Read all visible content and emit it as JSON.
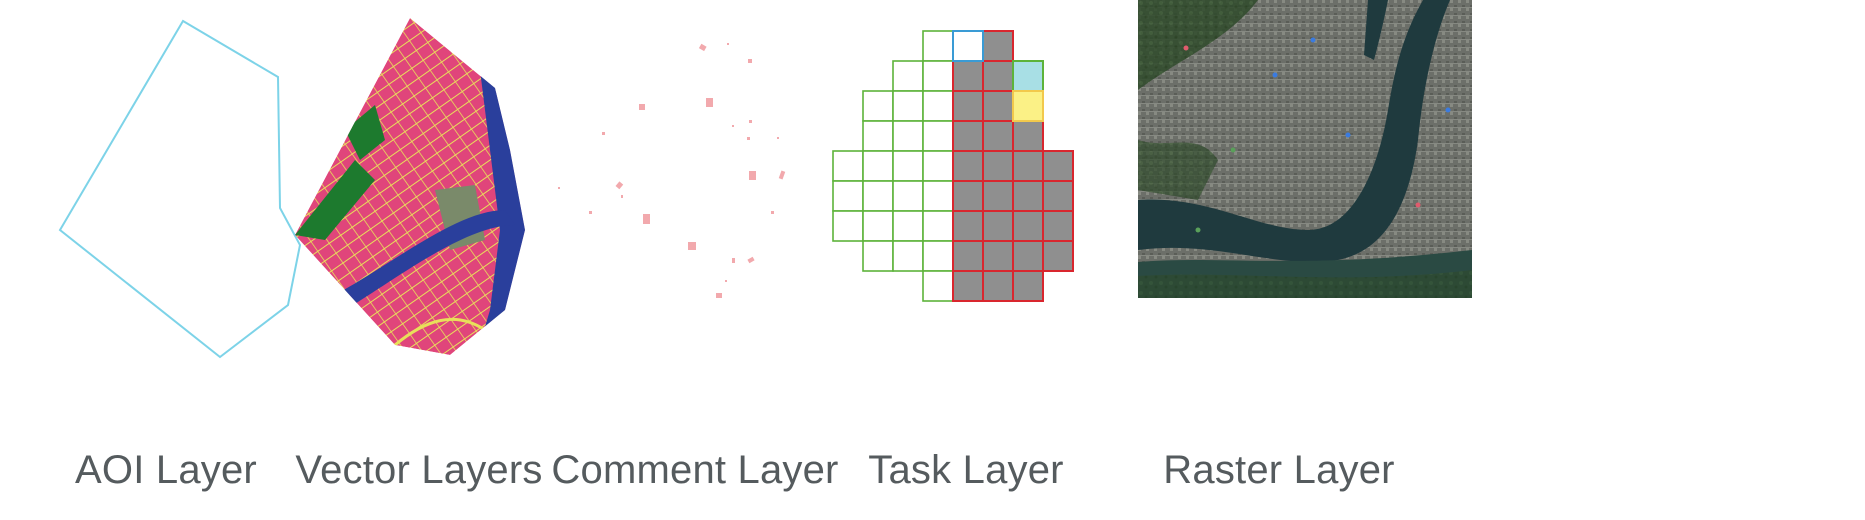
{
  "layers": [
    {
      "id": "aoi",
      "label": "AOI Layer"
    },
    {
      "id": "vector",
      "label": "Vector Layers"
    },
    {
      "id": "comment",
      "label": "Comment Layer"
    },
    {
      "id": "task",
      "label": "Task Layer"
    },
    {
      "id": "raster",
      "label": "Raster Layer"
    }
  ],
  "colors": {
    "aoi_outline": "#7dd3e8",
    "label_text": "#555b5e",
    "comment_marker": "#f2a9ad",
    "task_done_fill": "#8f8f8f",
    "task_done_border": "#d9262e",
    "task_open_border": "#5db33a",
    "task_selected_border": "#3a9bd5",
    "task_highlight_cyan": "#a8dfe5",
    "task_highlight_yellow": "#fbf186",
    "task_highlight_yellow_border": "#f2c94c",
    "vector_base": "#e0457b",
    "vector_roads": "#e8e05a",
    "vector_parks": "#1d7a2e",
    "vector_water": "#2a3f9c",
    "raster_water": "#1f3a3e",
    "raster_urban": "#6c6f69",
    "raster_green": "#2f4a2b"
  }
}
